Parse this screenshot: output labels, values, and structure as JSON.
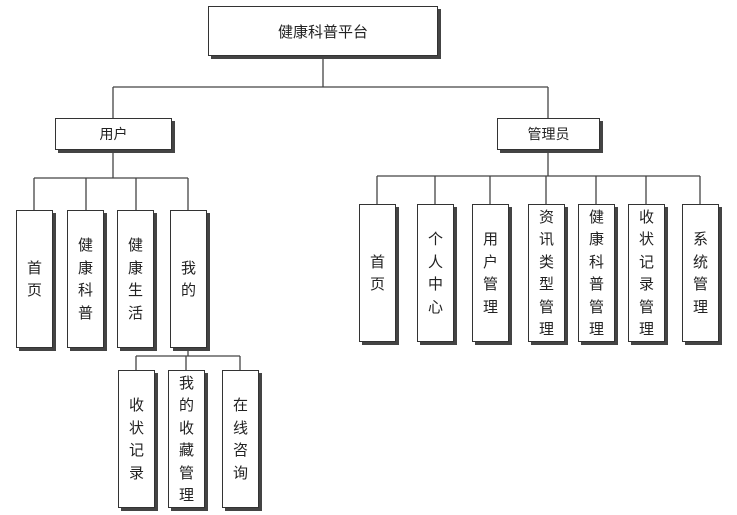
{
  "root": {
    "label": "健康科普平台"
  },
  "user": {
    "label": "用户",
    "children": [
      "首页",
      "健康科普",
      "健康生活",
      "我的"
    ],
    "my_children": [
      "收状记录",
      "我的收藏管理",
      "在线咨询"
    ]
  },
  "admin": {
    "label": "管理员",
    "children": [
      "首页",
      "个人中心",
      "用户管理",
      "资讯类型管理",
      "健康科普管理",
      "收状记录管理",
      "系统管理"
    ]
  }
}
